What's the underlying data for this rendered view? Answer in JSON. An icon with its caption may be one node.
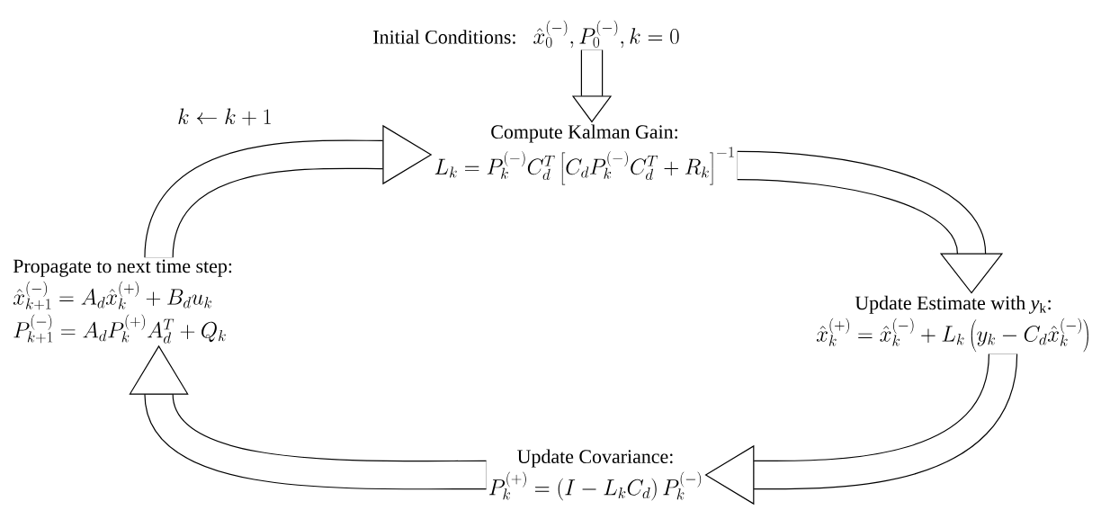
{
  "diagram": {
    "nodes": [
      {
        "text": [
          "Initial Conditions:",
          "\\hat{x}_0^{(-)}, P_0^{(-)}, k = 0"
        ]
      },
      {
        "text": [
          "Compute Kalman Gain:",
          "L_k = P_k^{(-)} C_d^T \\left[ C_d P_k^{(-)} C_d^T + R_k \\right]^{-1}"
        ]
      },
      {
        "text": [
          "Update Estimate with *y*$_{k}$:",
          "\\hat{x}_k^{(+)} = \\hat{x}_k^{(-)} + L_k \\left( y_k - C_d \\hat{x}_k^{(-)} \\right)"
        ]
      },
      {
        "text": [
          "Update Covariance:",
          "P_k^{(+)} = \\left( I - L_k C_d \\right) P_k^{(-)}"
        ]
      },
      {
        "text": [
          "Propagate to next time step:",
          "\\hat{x}_{k+1}^{(-)} = A_d \\hat{x}_k^{(+)} + B_d u_k",
          "P_{k+1}^{(-)} = A_d P_k^{(+)} A_d^T + Q_k"
        ]
      }
    ],
    "edges": [
      {
        "from": 0,
        "to": 1,
        "arrow": "to"
      },
      {
        "from": 1,
        "to": 2,
        "arrow": "to"
      },
      {
        "from": 2,
        "to": 3,
        "arrow": "to"
      },
      {
        "from": 3,
        "to": 4,
        "arrow": "to"
      },
      {
        "from": 4,
        "to": 1,
        "arrow": "to",
        "label": "k \\leftarrow k + 1"
      }
    ]
  }
}
